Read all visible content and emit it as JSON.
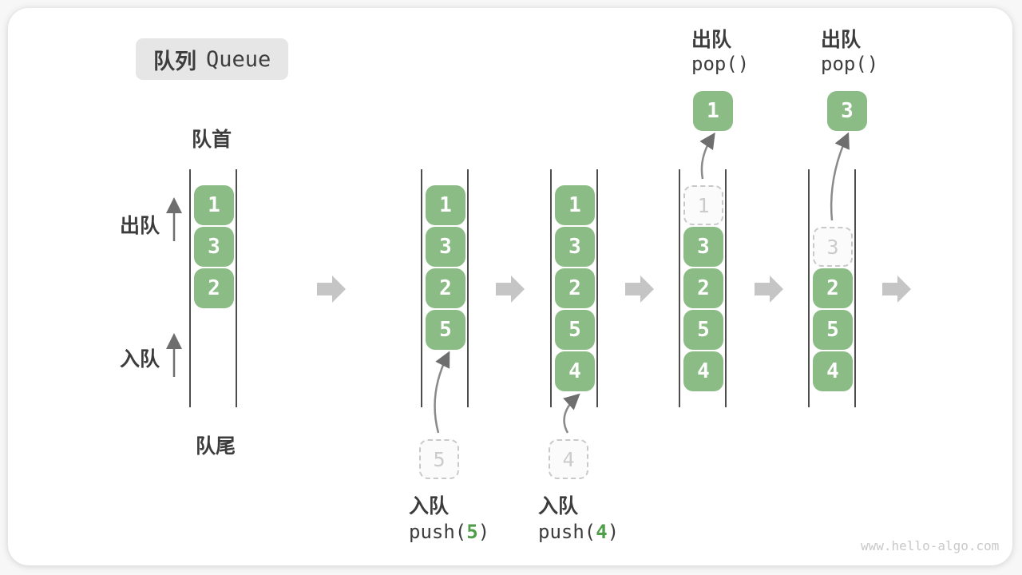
{
  "title": {
    "zh": "队列",
    "en": "Queue"
  },
  "labels": {
    "front": "队首",
    "rear": "队尾",
    "dequeue": "出队",
    "enqueue": "入队"
  },
  "colors": {
    "box_green": "#8bbc85",
    "accent_green": "#519e4a",
    "ghost_gray": "#c9c9c9",
    "block_arrow_gray": "#c5c5c5",
    "rail_gray": "#4d4d4d",
    "text_dark": "#3c3c3c"
  },
  "columns": [
    {
      "name": "state-initial",
      "slots": [
        {
          "v": "1",
          "t": "solid"
        },
        {
          "v": "3",
          "t": "solid"
        },
        {
          "v": "2",
          "t": "solid"
        }
      ]
    },
    {
      "name": "state-after-push-5",
      "slots": [
        {
          "v": "1",
          "t": "solid"
        },
        {
          "v": "3",
          "t": "solid"
        },
        {
          "v": "2",
          "t": "solid"
        },
        {
          "v": "5",
          "t": "solid"
        }
      ],
      "below": {
        "value": "5",
        "op_label": "入队",
        "code_before": "push(",
        "code_arg": "5",
        "code_after": ")"
      }
    },
    {
      "name": "state-after-push-4",
      "slots": [
        {
          "v": "1",
          "t": "solid"
        },
        {
          "v": "3",
          "t": "solid"
        },
        {
          "v": "2",
          "t": "solid"
        },
        {
          "v": "5",
          "t": "solid"
        },
        {
          "v": "4",
          "t": "solid"
        }
      ],
      "below": {
        "value": "4",
        "op_label": "入队",
        "code_before": "push(",
        "code_arg": "4",
        "code_after": ")"
      }
    },
    {
      "name": "state-after-pop-1",
      "slots": [
        {
          "v": "1",
          "t": "ghost"
        },
        {
          "v": "3",
          "t": "solid"
        },
        {
          "v": "2",
          "t": "solid"
        },
        {
          "v": "5",
          "t": "solid"
        },
        {
          "v": "4",
          "t": "solid"
        }
      ],
      "above": {
        "value": "1",
        "op_label": "出队",
        "code": "pop()"
      }
    },
    {
      "name": "state-after-pop-3",
      "slots": [
        {
          "t": "none"
        },
        {
          "v": "3",
          "t": "ghost"
        },
        {
          "v": "2",
          "t": "solid"
        },
        {
          "v": "5",
          "t": "solid"
        },
        {
          "v": "4",
          "t": "solid"
        }
      ],
      "above": {
        "value": "3",
        "op_label": "出队",
        "code": "pop()"
      }
    }
  ],
  "watermark": "www.hello-algo.com"
}
